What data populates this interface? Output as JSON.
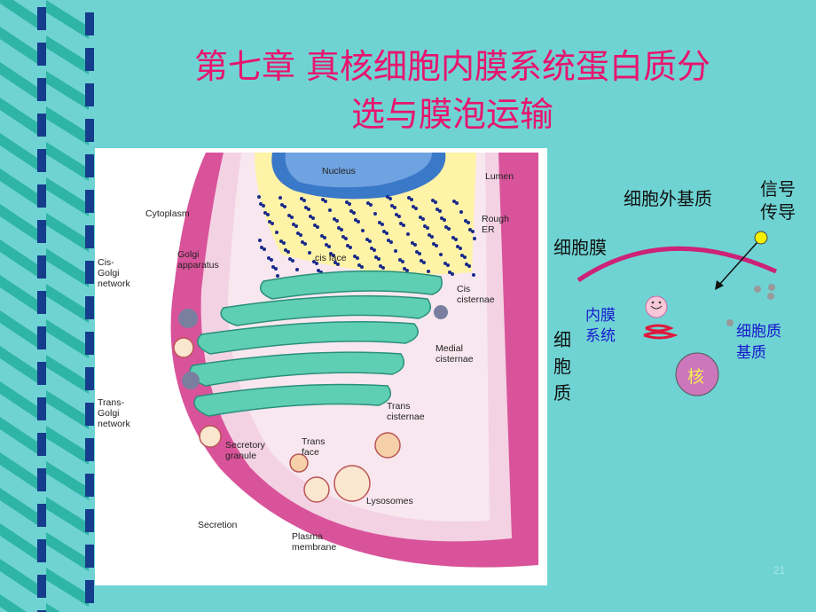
{
  "slide": {
    "title_line1": "第七章 真核细胞内膜系统蛋白质分",
    "title_line2": "选与膜泡运输",
    "page_number": "21"
  },
  "figure_labels": {
    "nucleus": "Nucleus",
    "lumen": "Lumen",
    "cytoplasm": "Cytoplasm",
    "rough": "Rough",
    "er": "ER",
    "golgi1": "Golgi",
    "golgi2": "apparatus",
    "cis_face": "cis face",
    "cis_golgi1": "Cis-",
    "cis_golgi2": "Golgi",
    "cis_golgi3": "network",
    "cis_cis1": "Cis",
    "cis_cis2": "cisternae",
    "medial1": "Medial",
    "medial2": "cisternae",
    "trans_golgi1": "Trans-",
    "trans_golgi2": "Golgi",
    "trans_golgi3": "network",
    "trans_cis1": "Trans",
    "trans_cis2": "cisternae",
    "secretory1": "Secretory",
    "secretory2": "granule",
    "trans_face1": "Trans",
    "trans_face2": "face",
    "lysosomes": "Lysosomes",
    "secretion": "Secretion",
    "plasma1": "Plasma",
    "plasma2": "membrane"
  },
  "diagram": {
    "extracellular_matrix": "细胞外基质",
    "signal1": "信号",
    "signal2": "传导",
    "cell_membrane": "细胞膜",
    "endo1": "内膜",
    "endo2": "系统",
    "cytoplasm_v1": "细",
    "cytoplasm_v2": "胞",
    "cytoplasm_v3": "质",
    "cytosol1": "细胞质",
    "cytosol2": "基质",
    "nucleus": "核"
  },
  "colors": {
    "background": "#6fd3d3",
    "title": "#e8146e",
    "stripe_dark": "#153d8c",
    "stripe_light": "#2fb5a5",
    "membrane_curve": "#cc2277",
    "blue_label": "#1818cc"
  }
}
